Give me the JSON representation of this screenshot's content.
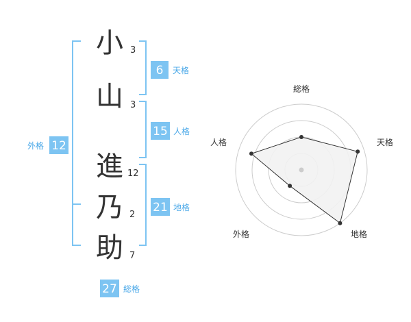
{
  "characters": [
    {
      "char": "小",
      "strokes": "3"
    },
    {
      "char": "山",
      "strokes": "3"
    },
    {
      "char": "進",
      "strokes": "12"
    },
    {
      "char": "乃",
      "strokes": "2"
    },
    {
      "char": "助",
      "strokes": "7"
    }
  ],
  "grades": {
    "tenkaku": {
      "value": "6",
      "label": "天格"
    },
    "jinkaku": {
      "value": "15",
      "label": "人格"
    },
    "chikaku": {
      "value": "21",
      "label": "地格"
    },
    "gaikaku": {
      "value": "12",
      "label": "外格"
    },
    "soukaku": {
      "value": "27",
      "label": "総格"
    }
  },
  "colors": {
    "bracket": "#7dc4f2",
    "badge": "#7dc4f2",
    "badge_label": "#4aa8e8",
    "radar_fill": "#f2f2f2",
    "ring": "#cccccc"
  },
  "chart_data": {
    "type": "radar",
    "axes": [
      "総格",
      "天格",
      "地格",
      "外格",
      "人格"
    ],
    "values": [
      0.5,
      0.9,
      1.0,
      0.3,
      0.8
    ],
    "rings": 4
  }
}
